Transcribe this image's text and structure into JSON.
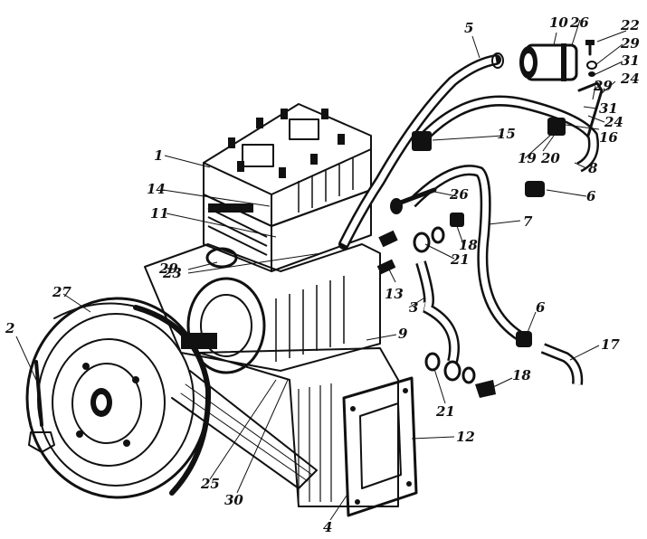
{
  "figure": {
    "ink_color": "#111111",
    "paper_color": "#ffffff",
    "parts": [
      {
        "id": "p1",
        "label": "1"
      },
      {
        "id": "p2",
        "label": "2"
      },
      {
        "id": "p3",
        "label": "3"
      },
      {
        "id": "p4",
        "label": "4"
      },
      {
        "id": "p5",
        "label": "5"
      },
      {
        "id": "p6a",
        "label": "6"
      },
      {
        "id": "p6b",
        "label": "6"
      },
      {
        "id": "p7",
        "label": "7"
      },
      {
        "id": "p8",
        "label": "8"
      },
      {
        "id": "p9",
        "label": "9"
      },
      {
        "id": "p10",
        "label": "10"
      },
      {
        "id": "p11",
        "label": "11"
      },
      {
        "id": "p12",
        "label": "12"
      },
      {
        "id": "p13",
        "label": "13"
      },
      {
        "id": "p14",
        "label": "14"
      },
      {
        "id": "p15",
        "label": "15"
      },
      {
        "id": "p16",
        "label": "16"
      },
      {
        "id": "p17",
        "label": "17"
      },
      {
        "id": "p18a",
        "label": "18"
      },
      {
        "id": "p18b",
        "label": "18"
      },
      {
        "id": "p19",
        "label": "19"
      },
      {
        "id": "p20",
        "label": "20"
      },
      {
        "id": "p21a",
        "label": "21"
      },
      {
        "id": "p21b",
        "label": "21"
      },
      {
        "id": "p22",
        "label": "22"
      },
      {
        "id": "p23",
        "label": "23"
      },
      {
        "id": "p24a",
        "label": "24"
      },
      {
        "id": "p24b",
        "label": "24"
      },
      {
        "id": "p25",
        "label": "25"
      },
      {
        "id": "p26a",
        "label": "26"
      },
      {
        "id": "p26b",
        "label": "26"
      },
      {
        "id": "p27",
        "label": "27"
      },
      {
        "id": "p29a",
        "label": "29"
      },
      {
        "id": "p29b",
        "label": "29"
      },
      {
        "id": "p29c",
        "label": "29"
      },
      {
        "id": "p30",
        "label": "30"
      },
      {
        "id": "p31a",
        "label": "31"
      },
      {
        "id": "p31b",
        "label": "31"
      }
    ]
  }
}
